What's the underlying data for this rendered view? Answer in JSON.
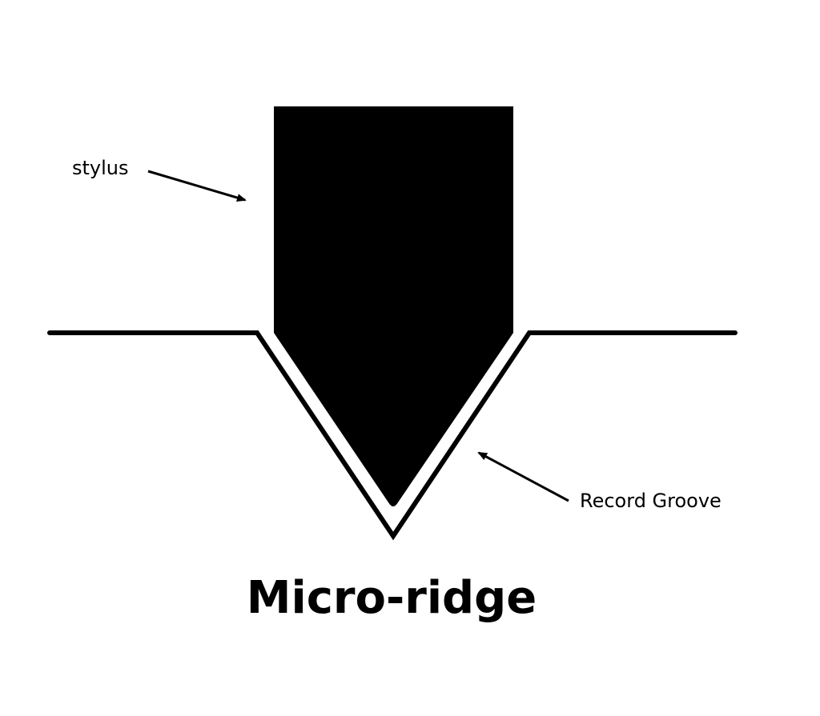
{
  "labels": {
    "stylus": "stylus",
    "groove": "Record Groove"
  },
  "title": "Micro-ridge",
  "colors": {
    "ink": "#000000",
    "background": "#ffffff"
  }
}
